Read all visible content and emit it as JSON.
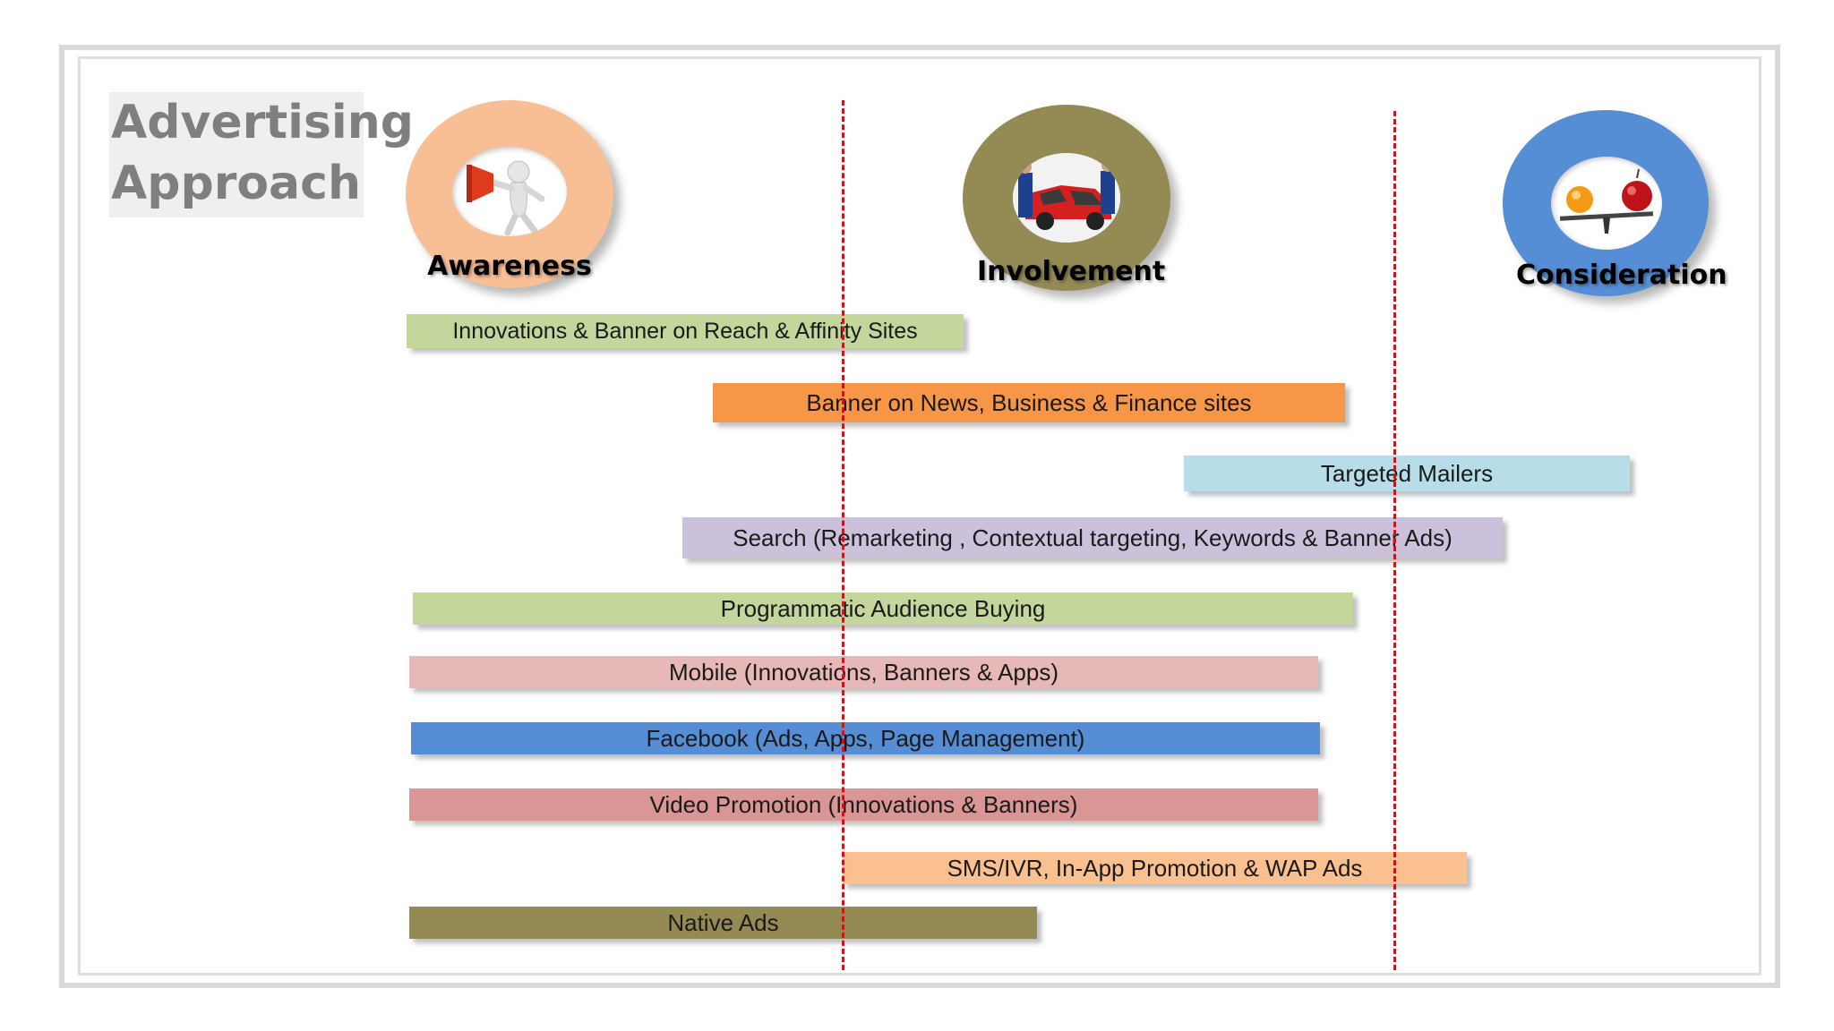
{
  "title": {
    "line1": "Advertising",
    "line2": "Approach"
  },
  "stages": [
    {
      "label": "Awareness",
      "ring_color": "#f8bf95",
      "icon": "megaphone-icon"
    },
    {
      "label": "Involvement",
      "ring_color": "#948b54",
      "icon": "car-icon"
    },
    {
      "label": "Consideration",
      "ring_color": "#558ed5",
      "icon": "balance-icon"
    }
  ],
  "divider_color": "#c8161d",
  "channels": [
    {
      "label": "Innovations & Banner on Reach & Affinity Sites",
      "color": "#c3d69b"
    },
    {
      "label": "Banner on News, Business & Finance sites",
      "color": "#f79646"
    },
    {
      "label": "Targeted Mailers",
      "color": "#b7dee8"
    },
    {
      "label": "Search (Remarketing , Contextual targeting, Keywords & Banner Ads)",
      "color": "#ccc1da"
    },
    {
      "label": "Programmatic Audience Buying",
      "color": "#c3d69b"
    },
    {
      "label": "Mobile (Innovations, Banners & Apps)",
      "color": "#e6b9b8"
    },
    {
      "label": "Facebook (Ads, Apps, Page Management)",
      "color": "#558ed5"
    },
    {
      "label": "Video Promotion (Innovations & Banners)",
      "color": "#d99694"
    },
    {
      "label": "SMS/IVR, In-App Promotion & WAP Ads",
      "color": "#fac090"
    },
    {
      "label": "Native Ads",
      "color": "#948b54"
    }
  ]
}
